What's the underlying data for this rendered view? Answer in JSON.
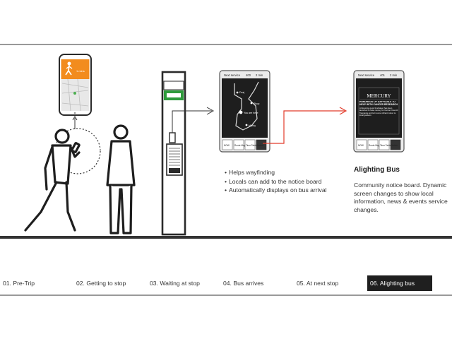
{
  "screen_a": {
    "header_left": "Next service",
    "header_mid": "400",
    "header_right": "2 min",
    "stops": [
      "Feaj",
      "Shop",
      "You are here",
      "Mardy"
    ],
    "buttons": [
      "NOW",
      "Route Map",
      "Time Table",
      "Notice"
    ]
  },
  "screen_b": {
    "header_left": "Next service",
    "header_mid": "401",
    "header_right": "2 min",
    "newspaper": "MERCURY",
    "headline": "HUNDREDS OF DAFFODILS TO HELP WITH CANCER RESEARCH",
    "body": "A blooming good fundraiser has been launched to raise money for Cancer Council Tasmania and turn some vibrant colour to local gardens",
    "buttons": [
      "NOW",
      "Route Map",
      "Time Table",
      "Notice"
    ]
  },
  "phone": {
    "distance": "1 mins"
  },
  "features": [
    "Helps wayfinding",
    "Locals can add to the notice board",
    "Automatically displays on bus arrival"
  ],
  "alighting": {
    "title": "Alighting Bus",
    "description": "Community notice board. Dynamic screen changes to show local information, news & events service changes."
  },
  "stages": [
    "01. Pre-Trip",
    "02. Getting to stop",
    "03. Waiting at stop",
    "04. Bus arrives",
    "05. At next stop",
    "06. Alighting bus"
  ],
  "colors": {
    "accent_green": "#2e9b3c",
    "accent_red": "#e23b2a",
    "phone_orange": "#f28c1e",
    "dark": "#2a2a2a"
  }
}
